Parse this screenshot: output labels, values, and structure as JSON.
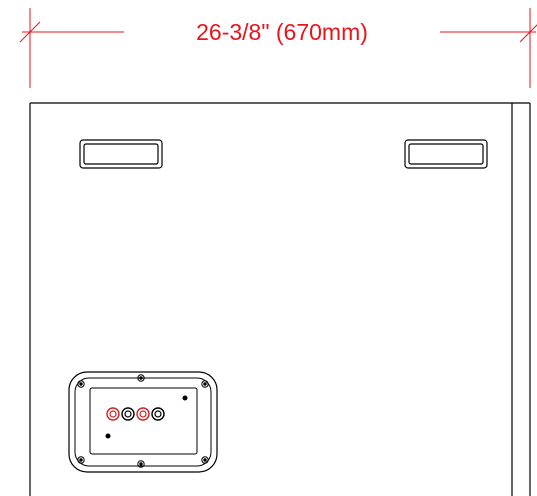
{
  "dimension": {
    "label": "26-3/8\" (670mm)",
    "color": "#e8141b"
  },
  "drawing": {
    "line_color": "#000000",
    "terminal_colors": [
      "red",
      "black",
      "red",
      "black"
    ]
  }
}
